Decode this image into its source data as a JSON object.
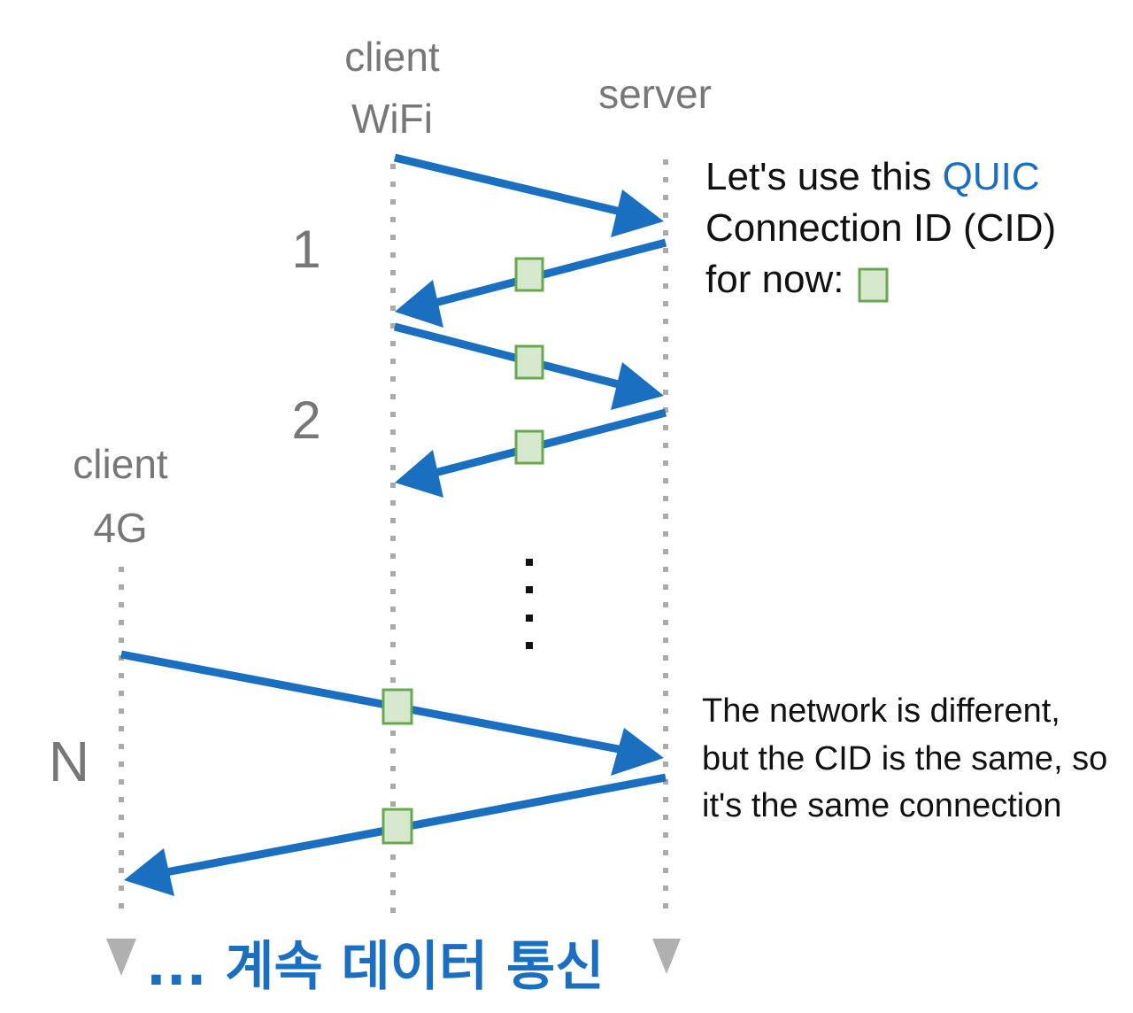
{
  "lanes": {
    "client_wifi": {
      "line1": "client",
      "line2": "WiFi"
    },
    "server": {
      "line1": "server"
    },
    "client_4g": {
      "line1": "client",
      "line2": "4G"
    }
  },
  "steps": {
    "s1": "1",
    "s2": "2",
    "sN": "N"
  },
  "note_top": {
    "line1_pre": "Let's use this ",
    "line1_highlight": "QUIC",
    "line2": "Connection ID (CID)",
    "line3": "for now:"
  },
  "note_bottom": {
    "line1": "The network is different,",
    "line2": "but the CID is the same, so",
    "line3": "it's the same connection"
  },
  "footer": "... 계속 데이터 통신",
  "colors": {
    "arrow": "#1a6fc0",
    "cid_fill": "#d6e9cf",
    "cid_stroke": "#6aa84f",
    "lane_dots": "#aaaaaa",
    "label_gray": "#777777",
    "highlight": "#1a6fc0"
  }
}
